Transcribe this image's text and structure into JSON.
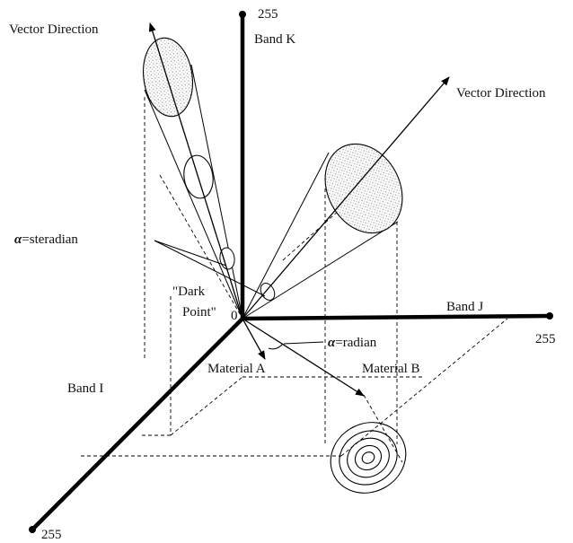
{
  "labels": {
    "k_max": "255",
    "band_k": "Band  K",
    "vector_direction_left": "Vector Direction",
    "vector_direction_right": "Vector Direction",
    "alpha_steradian": "=steradian",
    "alpha_radian": "=radian",
    "alpha_symbol": "α",
    "dark_point_line1": "\"Dark",
    "dark_point_line2": "Point\"",
    "origin": "0",
    "band_j": "Band  J",
    "j_max": "255",
    "band_i": "Band  I",
    "i_max": "255",
    "material_a": "Material A",
    "material_b": "Material B"
  },
  "colors": {
    "ink": "#000000",
    "cone_fill": "#d8d8d8"
  }
}
